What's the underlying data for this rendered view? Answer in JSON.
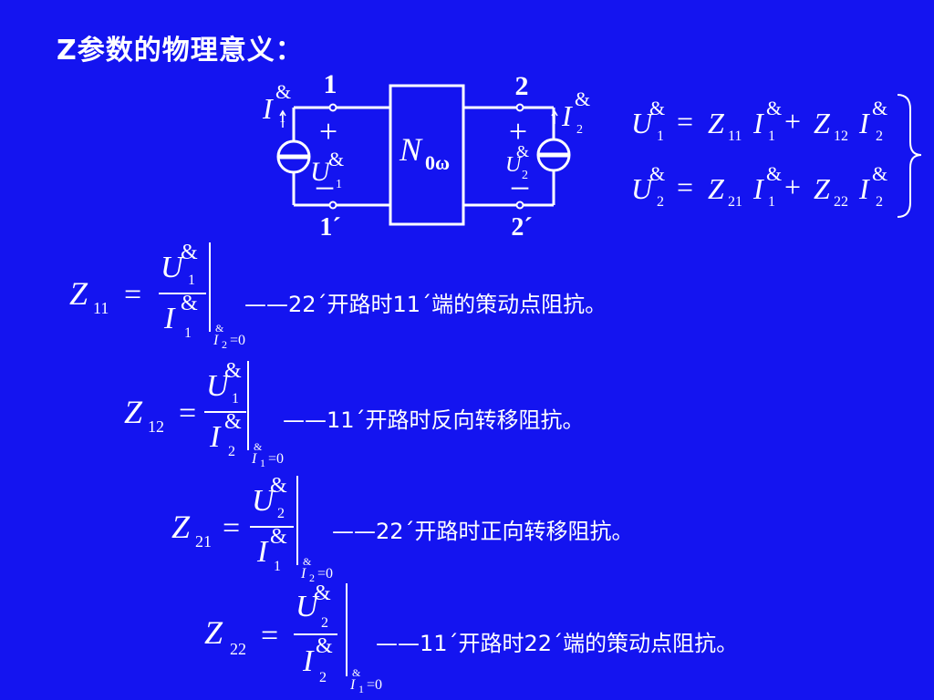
{
  "title": "Z参数的物理意义：",
  "circuit": {
    "port1_top": "1",
    "port1_bottom": "1´",
    "port2_top": "2",
    "port2_bottom": "2´",
    "network_label": "N",
    "network_sub": "0ω",
    "plus": "+",
    "minus": "−",
    "I1": "I",
    "I2": "I",
    "U1": "U",
    "U2": "U",
    "sub1": "1",
    "sub2": "2",
    "amp": "&"
  },
  "equations": {
    "line1": {
      "lhs": "U",
      "lhs_sub": "1",
      "eq": "=",
      "z1": "Z",
      "z1_sub": "11",
      "i1": "I",
      "i1_sub": "1",
      "plus": "+",
      "z2": "Z",
      "z2_sub": "12",
      "i2": "I",
      "i2_sub": "2"
    },
    "line2": {
      "lhs": "U",
      "lhs_sub": "2",
      "eq": "=",
      "z1": "Z",
      "z1_sub": "21",
      "i1": "I",
      "i1_sub": "1",
      "plus": "+",
      "z2": "Z",
      "z2_sub": "22",
      "i2": "I",
      "i2_sub": "2"
    }
  },
  "definitions": [
    {
      "z": "Z",
      "z_sub": "11",
      "num": "U",
      "num_sub": "1",
      "den": "I",
      "den_sub": "1",
      "cond": "I",
      "cond_sub": "2",
      "cond_val": "=0",
      "note": "——22´开路时11´端的策动点阻抗。"
    },
    {
      "z": "Z",
      "z_sub": "12",
      "num": "U",
      "num_sub": "1",
      "den": "I",
      "den_sub": "2",
      "cond": "I",
      "cond_sub": "1",
      "cond_val": "=0",
      "note": "——11´开路时反向转移阻抗。"
    },
    {
      "z": "Z",
      "z_sub": "21",
      "num": "U",
      "num_sub": "2",
      "den": "I",
      "den_sub": "1",
      "cond": "I",
      "cond_sub": "2",
      "cond_val": "=0",
      "note": "——22´开路时正向转移阻抗。"
    },
    {
      "z": "Z",
      "z_sub": "22",
      "num": "U",
      "num_sub": "2",
      "den": "I",
      "den_sub": "2",
      "cond": "I",
      "cond_sub": "1",
      "cond_val": "=0",
      "note": "——11´开路时22´端的策动点阻抗。"
    }
  ]
}
